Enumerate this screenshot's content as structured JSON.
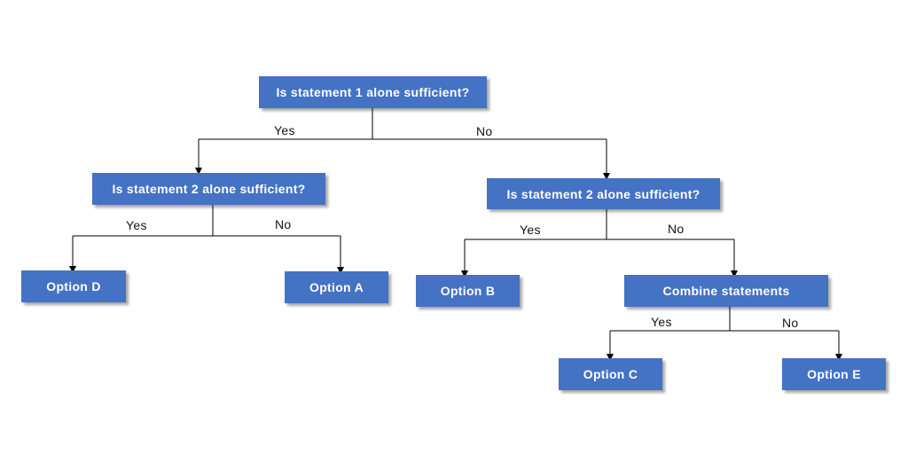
{
  "colors": {
    "node_fill": "#4472c4",
    "node_text": "#ffffff",
    "connector": "#000000",
    "background": "#ffffff"
  },
  "nodes": {
    "q1": "Is statement 1 alone sufficient?",
    "q2_left": "Is statement 2 alone sufficient?",
    "q2_right": "Is statement 2 alone sufficient?",
    "option_d": "Option D",
    "option_a": "Option A",
    "option_b": "Option B",
    "combine": "Combine statements",
    "option_c": "Option C",
    "option_e": "Option E"
  },
  "edges": {
    "q1_yes": "Yes",
    "q1_no": "No",
    "q2l_yes": "Yes",
    "q2l_no": "No",
    "q2r_yes": "Yes",
    "q2r_no": "No",
    "combine_yes": "Yes",
    "combine_no": "No"
  }
}
